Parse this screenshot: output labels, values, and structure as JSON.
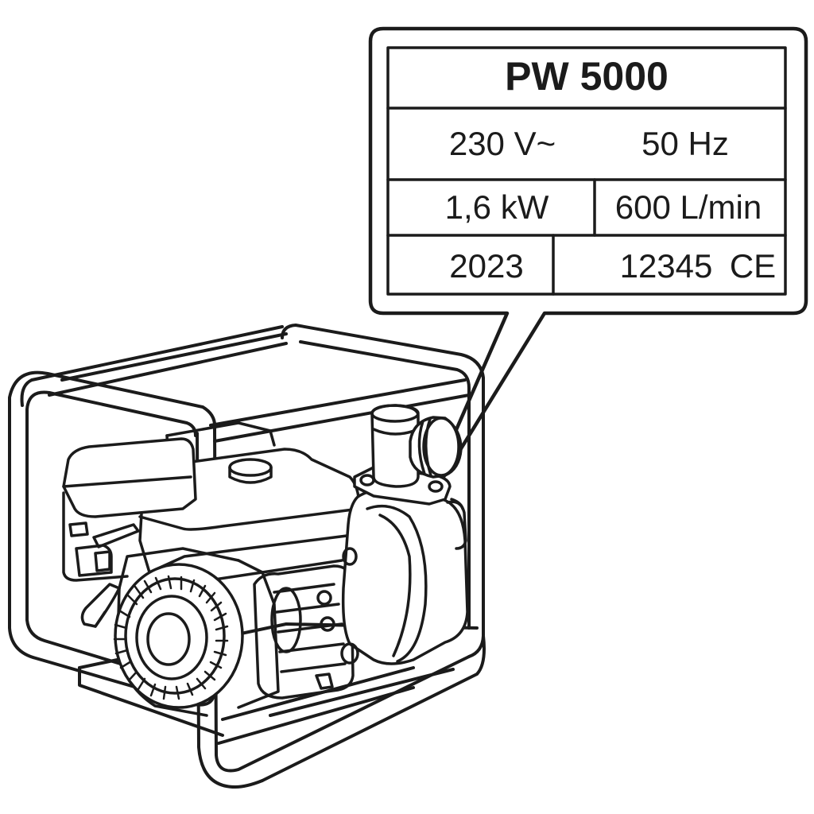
{
  "rating_plate": {
    "model": "PW 5000",
    "voltage": "230 V~",
    "frequency": "50 Hz",
    "power": "1,6 kW",
    "flow_rate": "600 L/min",
    "year": "2023",
    "serial": "12345",
    "ce_mark": "CE"
  },
  "colors": {
    "line": "#1b1b1b",
    "background": "#ffffff"
  }
}
